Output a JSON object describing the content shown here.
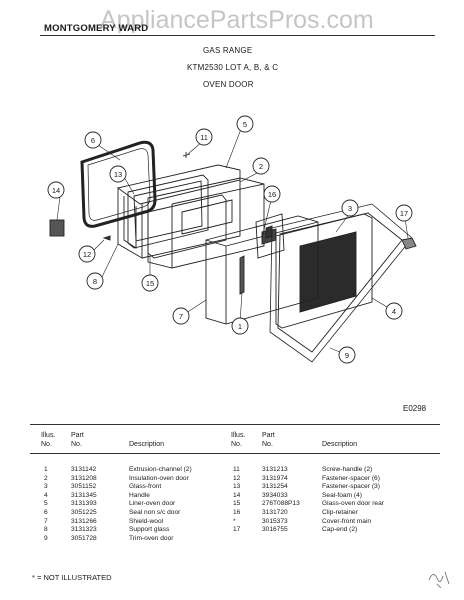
{
  "header": {
    "brand": "MONTGOMERY WARD",
    "watermark": "AppliancePartsPros.com",
    "line1": "GAS RANGE",
    "line2": "KTM2530 LOT A, B, & C",
    "line3": "OVEN DOOR"
  },
  "diagram": {
    "code": "E0298",
    "callouts": [
      "1",
      "2",
      "3",
      "4",
      "5",
      "6",
      "7",
      "8",
      "9",
      "11",
      "12",
      "13",
      "14",
      "15",
      "16",
      "17"
    ]
  },
  "table": {
    "left_headers": {
      "illus": "Illus.",
      "no": "No.",
      "part": "Part",
      "part_no": "No.",
      "description": "Description"
    },
    "right_headers": {
      "illus": "Illus.",
      "no": "No.",
      "part": "Part",
      "part_no": "No.",
      "description": "Description"
    },
    "left_rows": [
      {
        "illus": "1",
        "part": "3131142",
        "desc": "Extrusion-channel (2)"
      },
      {
        "illus": "2",
        "part": "3131208",
        "desc": "Insulation-oven door"
      },
      {
        "illus": "3",
        "part": "3051152",
        "desc": "Glass-front"
      },
      {
        "illus": "4",
        "part": "3131345",
        "desc": "Handle"
      },
      {
        "illus": "5",
        "part": "3131393",
        "desc": "Liner-oven door"
      },
      {
        "illus": "6",
        "part": "3051225",
        "desc": "Seal non s/c door"
      },
      {
        "illus": "7",
        "part": "3131266",
        "desc": "Shield-wool"
      },
      {
        "illus": "8",
        "part": "3131323",
        "desc": "Support glass"
      },
      {
        "illus": "9",
        "part": "3051728",
        "desc": "Trim-oven door"
      }
    ],
    "right_rows": [
      {
        "illus": "11",
        "part": "3131213",
        "desc": "Screw-handle (2)"
      },
      {
        "illus": "12",
        "part": "3131974",
        "desc": "Fastener-spacer (6)"
      },
      {
        "illus": "13",
        "part": "3131254",
        "desc": "Fastener-spacer (3)"
      },
      {
        "illus": "14",
        "part": "3934033",
        "desc": "Seal-foam (4)"
      },
      {
        "illus": "15",
        "part": "276T088P13",
        "desc": "Glass-oven door rear"
      },
      {
        "illus": "16",
        "part": "3131720",
        "desc": "Clip-retainer"
      },
      {
        "illus": "*",
        "part": "3015373",
        "desc": "Cover-front main"
      },
      {
        "illus": "17",
        "part": "3016755",
        "desc": "Cap-end (2)"
      }
    ]
  },
  "footnote": "* = NOT ILLUSTRATED"
}
